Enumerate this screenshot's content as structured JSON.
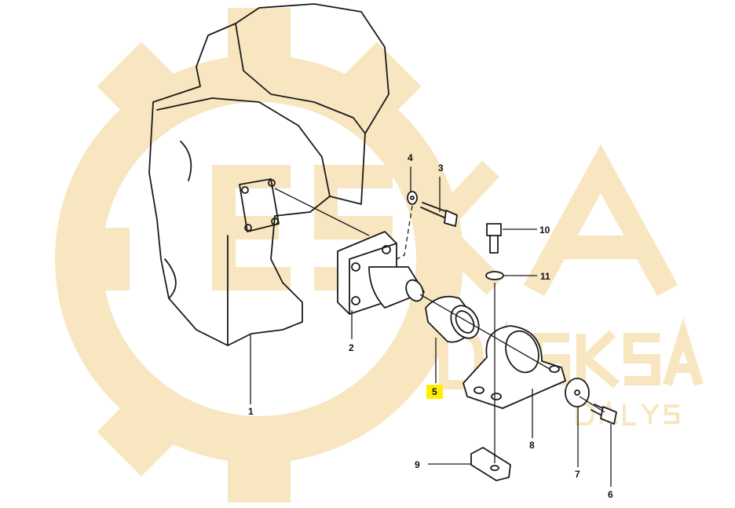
{
  "diagram": {
    "callouts": [
      {
        "id": "1",
        "label": "1"
      },
      {
        "id": "2",
        "label": "2"
      },
      {
        "id": "3",
        "label": "3"
      },
      {
        "id": "4",
        "label": "4"
      },
      {
        "id": "5",
        "label": "5",
        "highlighted": true
      },
      {
        "id": "6",
        "label": "6"
      },
      {
        "id": "7",
        "label": "7"
      },
      {
        "id": "8",
        "label": "8"
      },
      {
        "id": "9",
        "label": "9"
      },
      {
        "id": "10",
        "label": "10"
      },
      {
        "id": "11",
        "label": "11"
      }
    ],
    "highlight_color": "#ffee00"
  },
  "watermark": {
    "main": "ESKA",
    "secondary": "DASKSA",
    "tertiary": "DALYS",
    "color": "#f7e6bf"
  }
}
